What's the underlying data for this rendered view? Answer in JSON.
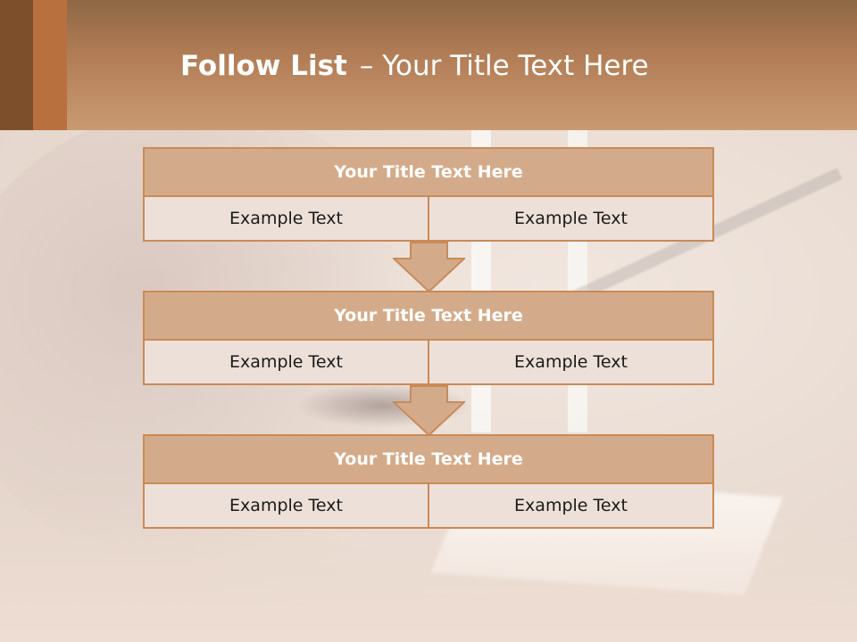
{
  "slide": {
    "title_bold": "Follow List",
    "title_rest": "– Your Title Text Here"
  },
  "blocks": [
    {
      "title": "Your Title Text Here",
      "left": "Example Text",
      "right": "Example Text"
    },
    {
      "title": "Your Title Text Here",
      "left": "Example Text",
      "right": "Example Text"
    },
    {
      "title": "Your Title Text Here",
      "left": "Example Text",
      "right": "Example Text"
    }
  ],
  "colors": {
    "header": "#b37e57",
    "box_title": "#d4ab8a",
    "box_cell": "#ede0d8",
    "border": "#c98a58"
  },
  "icons": [
    "down-arrow-icon"
  ]
}
